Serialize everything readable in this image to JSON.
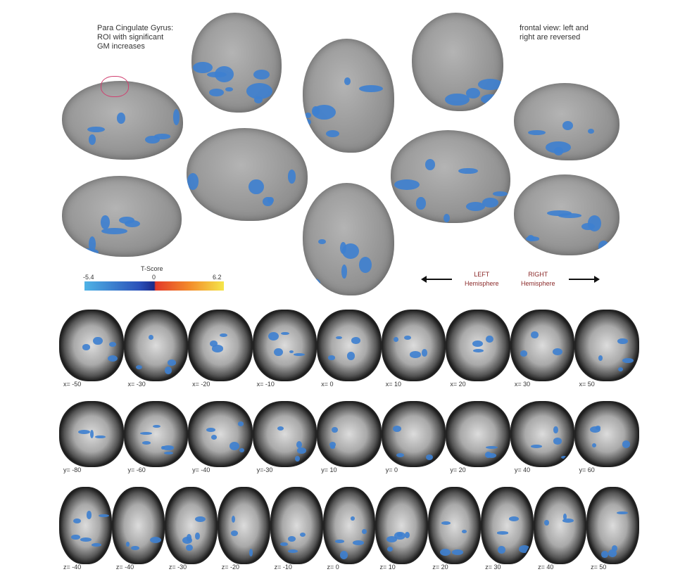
{
  "annotations": {
    "roi_note": [
      "Para Cingulate Gyrus:",
      "ROI with significant",
      "GM increases"
    ],
    "frontal_note": [
      "frontal view: left and",
      "right are reversed"
    ]
  },
  "colorbar": {
    "title": "T-Score",
    "min": "-5.4",
    "mid": "0",
    "max": "6.2",
    "neg_color": "#2a4fb8",
    "pos_color": "#f38a2a"
  },
  "hemispheres": {
    "left": [
      "LEFT",
      "Hemisphere"
    ],
    "right": [
      "RIGHT",
      "Hemisphere"
    ]
  },
  "sagittal_labels": [
    "x= -50",
    "x= -30",
    "x= -20",
    "x= -10",
    "x= 0",
    "x= 10",
    "x= 20",
    "x= 30",
    "x= 50"
  ],
  "coronal_labels": [
    "y= -80",
    "y= -60",
    "y= -40",
    "y=-30",
    "y= 10",
    "y= 0",
    "y= 20",
    "y= 40",
    "y= 60"
  ],
  "axial_labels": [
    "z= -40",
    "z= -40",
    "z= -30",
    "z= -20",
    "z= -10",
    "z= 0",
    "z= 10",
    "z= 20",
    "z= 30",
    "z= 40",
    "z= 50"
  ]
}
